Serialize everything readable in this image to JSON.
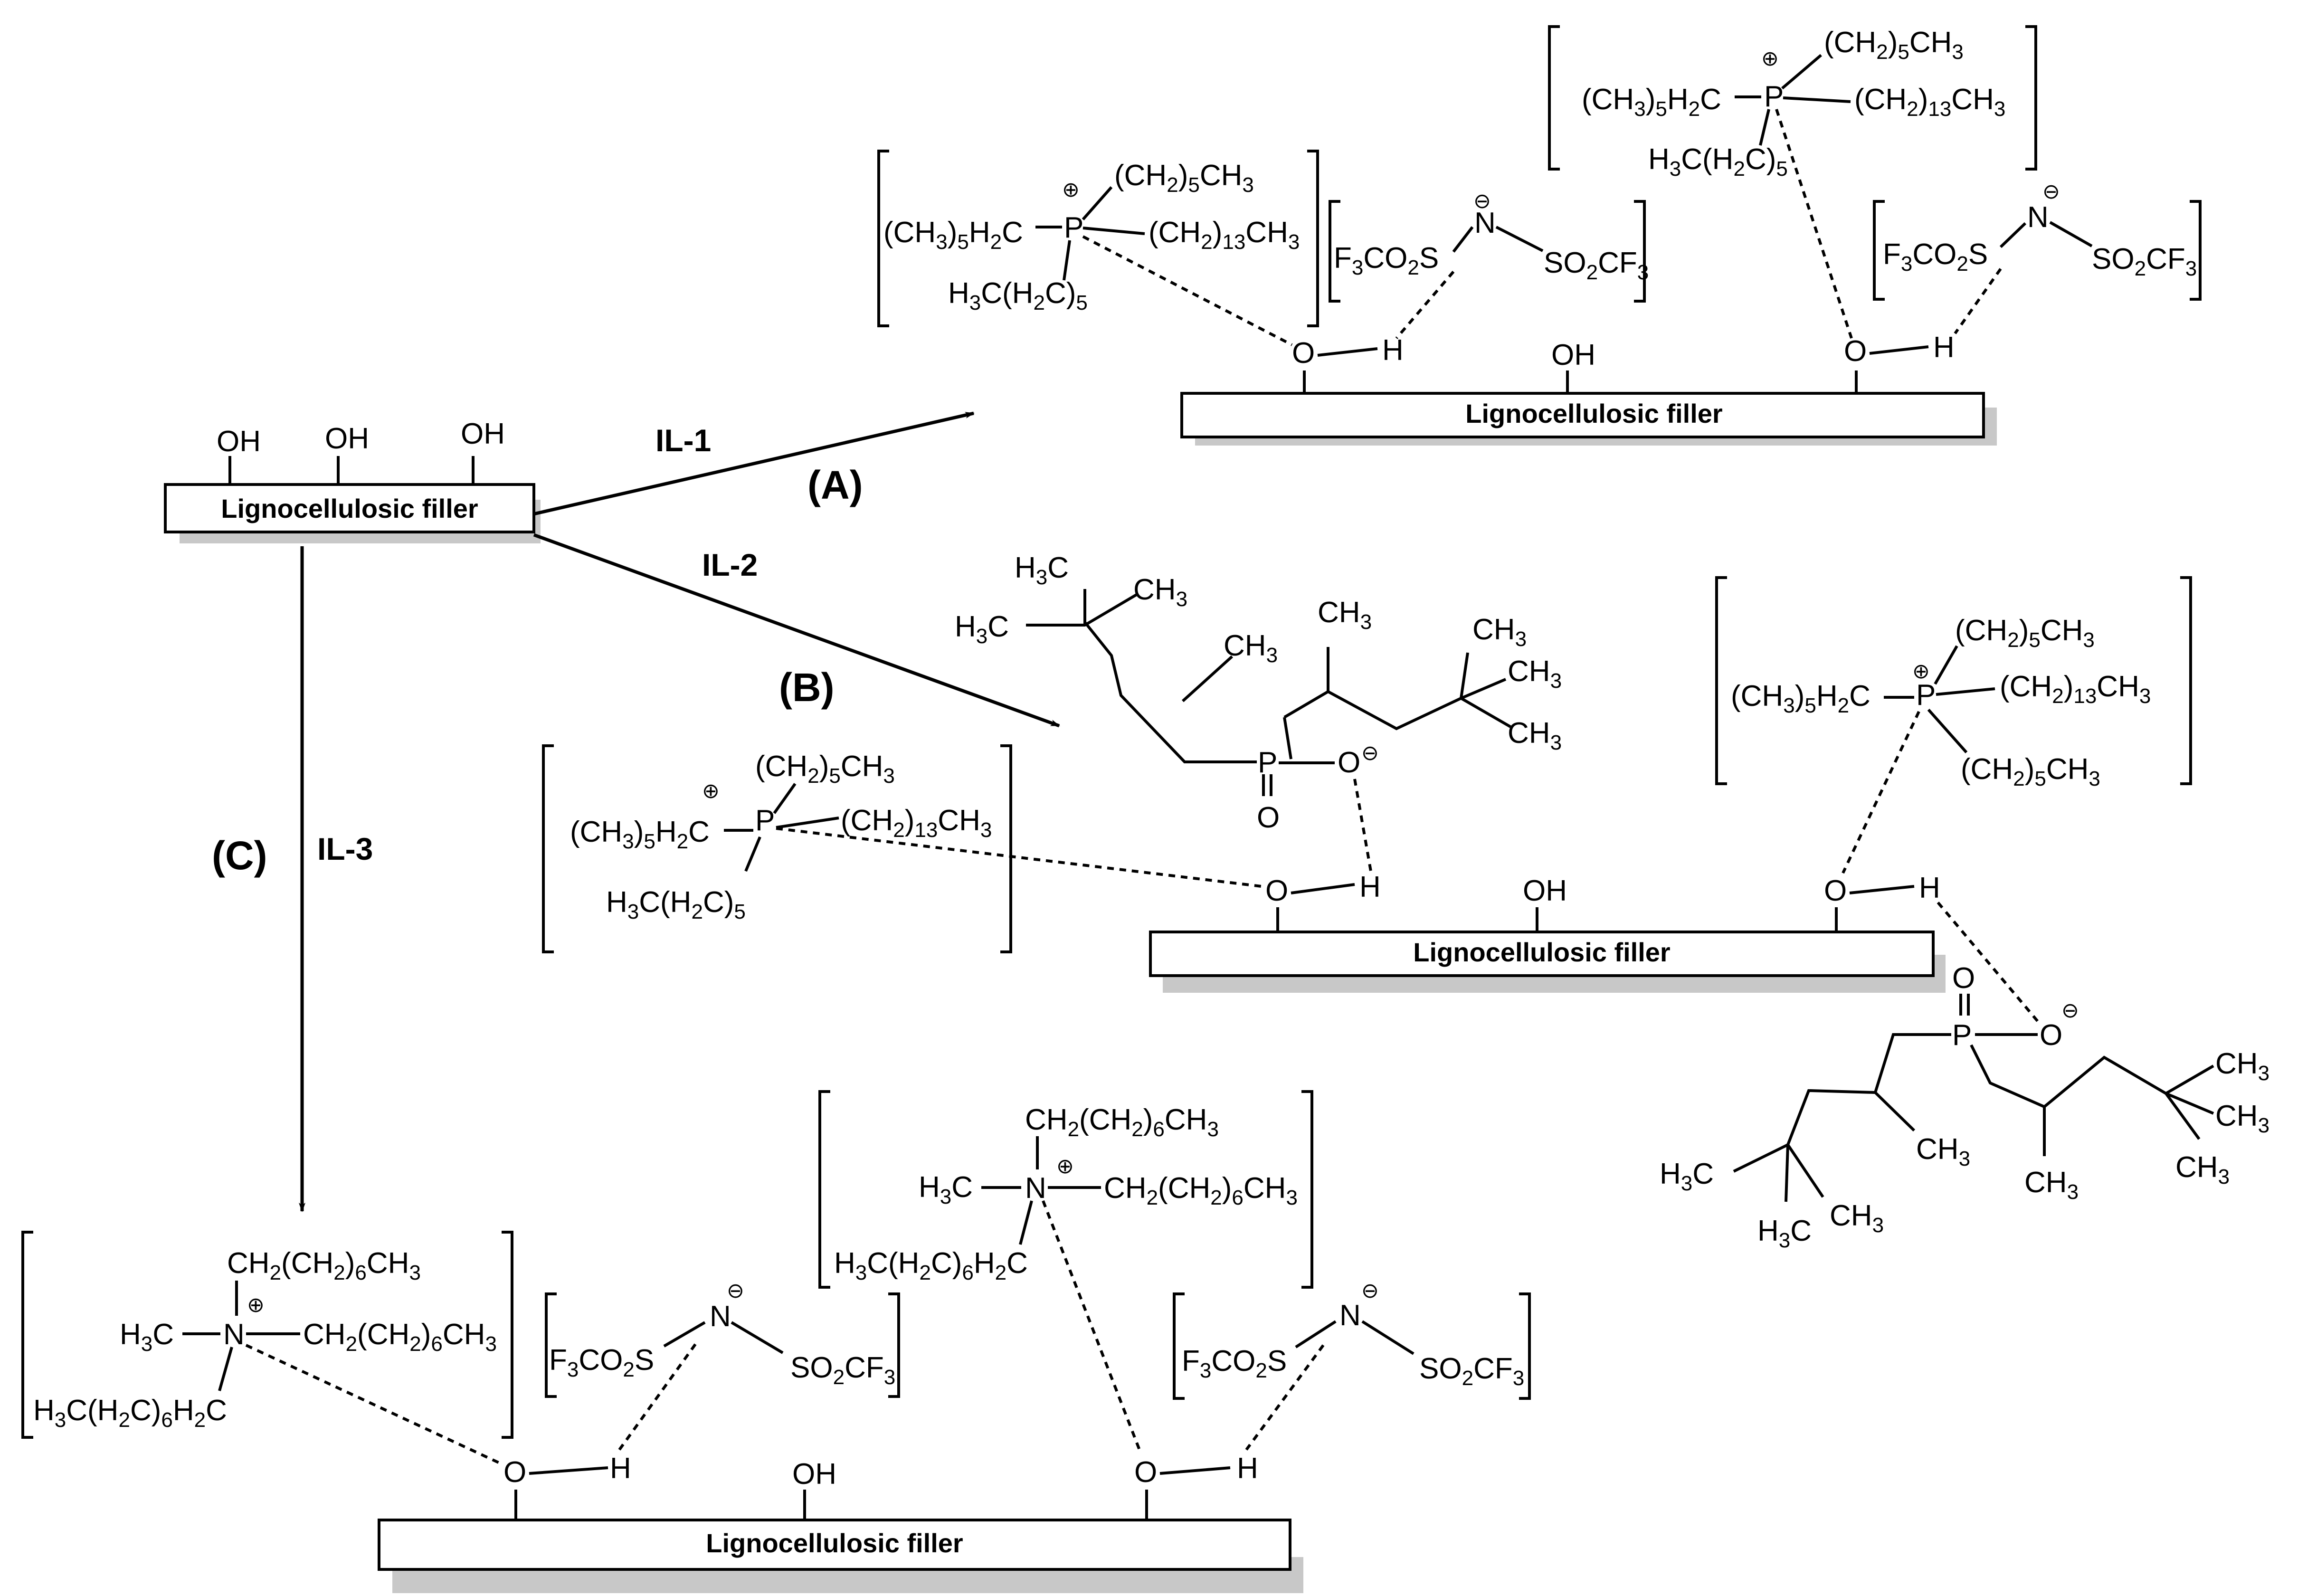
{
  "reaction": {
    "start_filler": "Lignocellulosic filler",
    "start_oh": "OH",
    "route_a": {
      "tag": "(A)",
      "reagent": "IL-1"
    },
    "route_b": {
      "tag": "(B)",
      "reagent": "IL-2"
    },
    "route_c": {
      "tag": "(C)",
      "reagent": "IL-3"
    }
  },
  "product_a": {
    "filler": "Lignocellulosic filler",
    "free_oh": "OH",
    "bound_o": "O",
    "bound_h": "H",
    "cation": {
      "center": "P",
      "sub_top": "(CH2)5CH3",
      "sub_left": "(CH3)5H2C",
      "sub_right": "(CH2)13CH3",
      "sub_bottom": "H3C(H2C)5"
    },
    "anion": {
      "center": "N",
      "left": "F3CO2S",
      "right": "SO2CF3"
    }
  },
  "product_b": {
    "filler": "Lignocellulosic filler",
    "free_oh": "OH",
    "bound_o": "O",
    "bound_h": "H",
    "cation_left": {
      "center": "P",
      "sub_top": "(CH2)5CH3",
      "sub_left": "(CH3)5H2C",
      "sub_right": "(CH2)13CH3",
      "sub_bottom": "H3C(H2C)5"
    },
    "cation_right": {
      "center": "P",
      "sub_top": "(CH2)5CH3",
      "sub_left": "(CH3)5H2C",
      "sub_right": "(CH2)13CH3",
      "sub_bottom": "(CH2)5CH3"
    },
    "phosphinate": {
      "p": "P",
      "o_double": "O",
      "o_minus": "O",
      "ch3": "CH3",
      "h3c": "H3C"
    }
  },
  "product_c": {
    "filler": "Lignocellulosic filler",
    "free_oh": "OH",
    "bound_o": "O",
    "bound_h": "H",
    "cation": {
      "center": "N",
      "sub_top": "CH2(CH2)6CH3",
      "sub_left": "H3C",
      "sub_right": "CH2(CH2)6CH3",
      "sub_bottom": "H3C(H2C)6H2C"
    },
    "anion": {
      "center": "N",
      "left": "F3CO2S",
      "right": "SO2CF3"
    }
  }
}
